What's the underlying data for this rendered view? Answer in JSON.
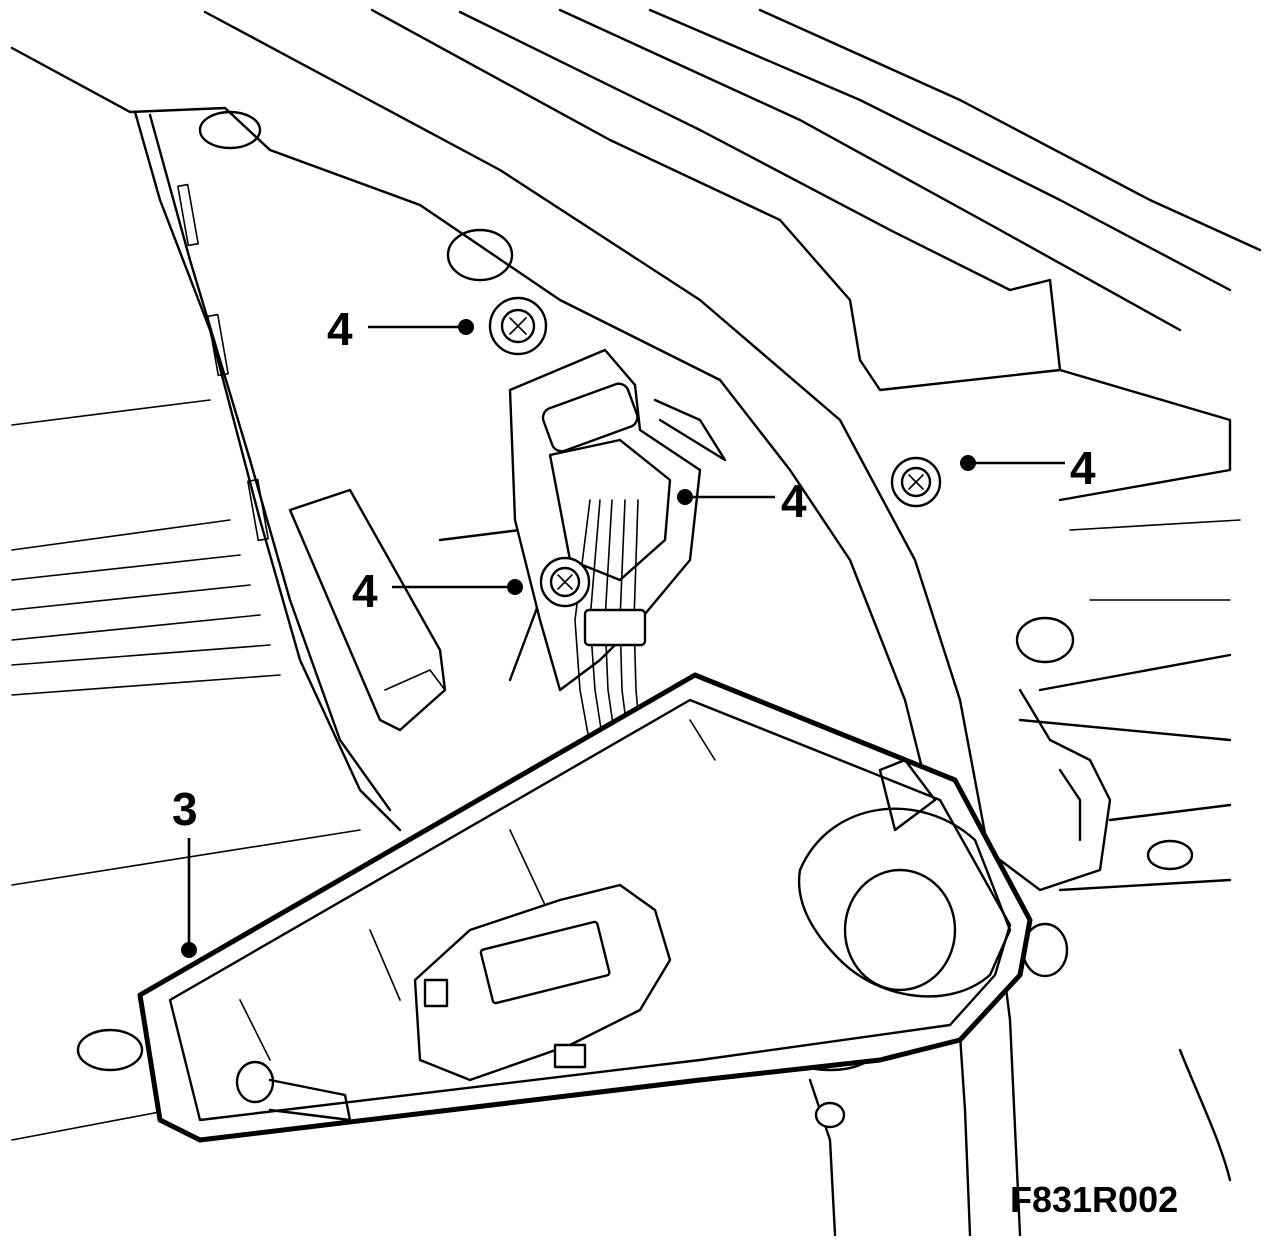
{
  "callouts": {
    "screw_upper": "4",
    "screw_right": "4",
    "screw_connector": "4",
    "screw_lower": "4",
    "panel": "3"
  },
  "figure_id": "F831R002"
}
